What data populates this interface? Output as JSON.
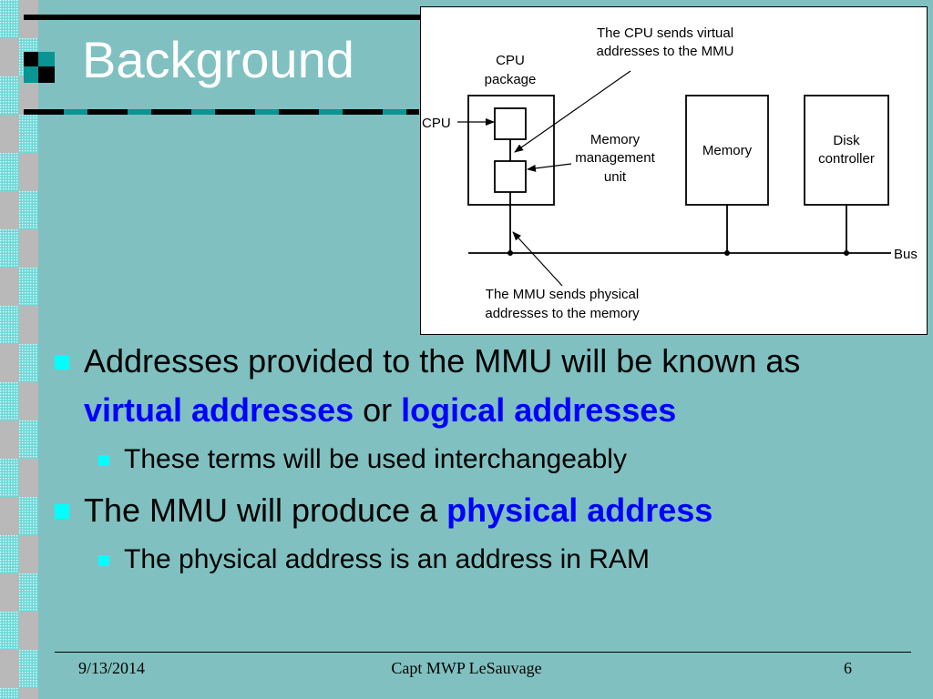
{
  "slide": {
    "title": "Background",
    "footer": {
      "date": "9/13/2014",
      "author": "Capt MWP LeSauvage",
      "page": "6"
    }
  },
  "figure": {
    "note_top_1": "The CPU sends virtual",
    "note_top_2": "addresses to the MMU",
    "cpu_package_1": "CPU",
    "cpu_package_2": "package",
    "cpu_label": "CPU",
    "mmu_1": "Memory",
    "mmu_2": "management",
    "mmu_3": "unit",
    "memory": "Memory",
    "disk_1": "Disk",
    "disk_2": "controller",
    "bus": "Bus",
    "note_bottom_1": "The MMU sends physical",
    "note_bottom_2": "addresses to the memory"
  },
  "bullets": [
    {
      "pre": "Addresses provided to the MMU will be known as ",
      "kw1": "virtual addresses",
      "mid": " or ",
      "kw2": "logical addresses",
      "sub": "These terms will be used interchangeably"
    },
    {
      "pre": "The MMU will produce a ",
      "kw1": "physical address",
      "sub": "The physical address is an address in RAM"
    }
  ],
  "colors": {
    "background": "#80c0c0",
    "keyword": "#0000ff",
    "bullet": "#00ffff",
    "title": "#ffffff"
  }
}
